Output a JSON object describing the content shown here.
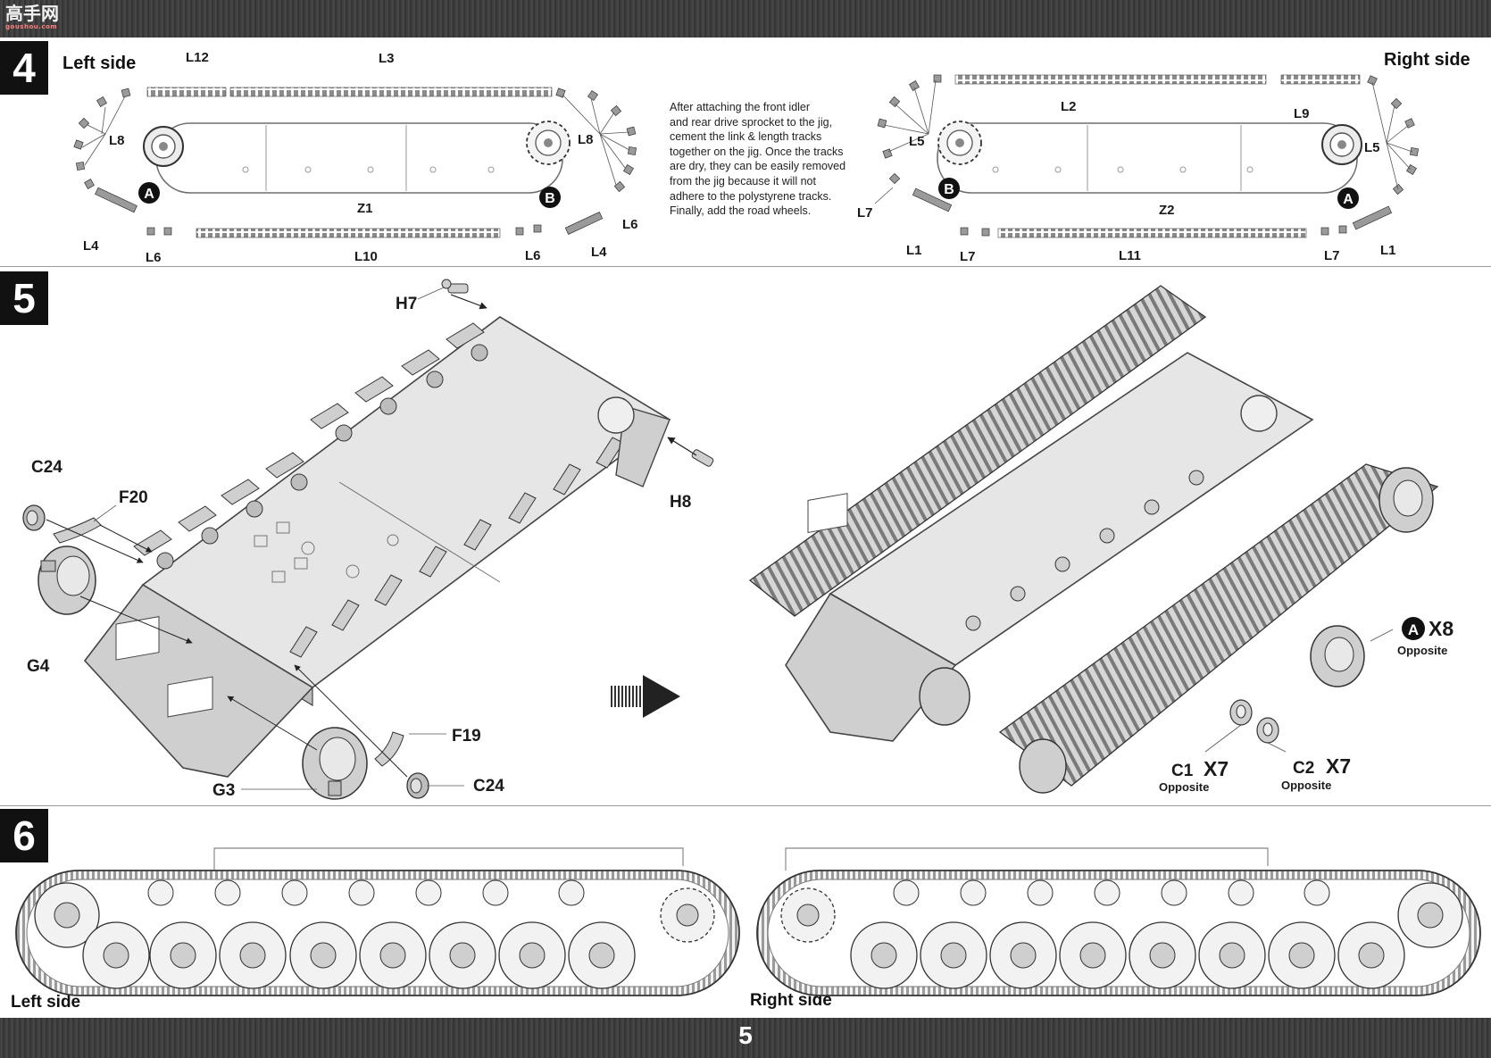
{
  "watermark": {
    "main": "高手网",
    "sub": "goushou.com"
  },
  "page_number": "5",
  "steps": [
    {
      "number": "4",
      "left_title": "Left side",
      "right_title": "Right side",
      "note_lines": [
        "After attaching the front idler",
        "and rear drive sprocket to the jig,",
        "cement the link & length tracks",
        "together on the jig. Once the tracks",
        "are dry, they can be easily removed",
        "from the jig because it will not",
        "adhere to the polystyrene tracks.",
        "Finally, add the road wheels."
      ],
      "left_parts": {
        "top_small": "L12",
        "top_long": "L3",
        "bottom_long": "L10",
        "left_links": "L8",
        "right_links": "L8",
        "left_lower": "L4",
        "right_lower": "L4",
        "left_bottom": "L6",
        "right_bottom": "L6",
        "right_far": "L6",
        "jig": "Z1",
        "idler_marker": "A",
        "sprocket_marker": "B"
      },
      "right_parts": {
        "top_long": "L2",
        "top_small": "L9",
        "bottom_long": "L11",
        "left_links": "L5",
        "right_links": "L5",
        "left_far": "L7",
        "left_lower": "L1",
        "right_lower": "L1",
        "left_bottom": "L7",
        "right_bottom": "L7",
        "jig": "Z2",
        "idler_marker": "A",
        "sprocket_marker": "B"
      }
    },
    {
      "number": "5",
      "parts": {
        "h7": "H7",
        "h8": "H8",
        "c24_top": "C24",
        "f20": "F20",
        "g4": "G4",
        "g3": "G3",
        "f19": "F19",
        "c24_bottom": "C24",
        "a_marker": "A",
        "a_qty": "X8",
        "a_note": "Opposite",
        "c1": "C1",
        "c1_qty": "X7",
        "c1_note": "Opposite",
        "c2": "C2",
        "c2_qty": "X7",
        "c2_note": "Opposite"
      }
    },
    {
      "number": "6",
      "left_caption": "Left side",
      "right_caption": "Right side"
    }
  ]
}
